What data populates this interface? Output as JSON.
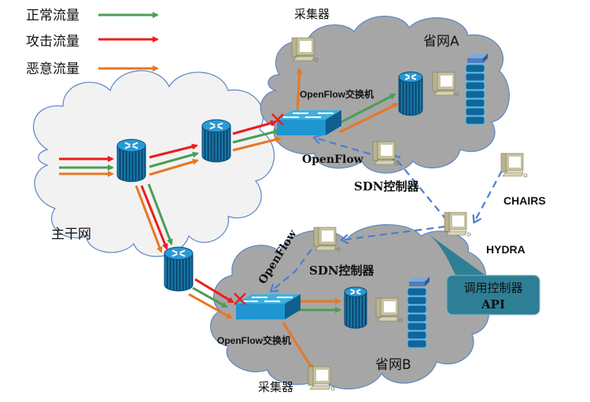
{
  "legend": {
    "items": [
      {
        "label": "正常流量",
        "color": "#4a9e55"
      },
      {
        "label": "攻击流量",
        "color": "#ee1c1c"
      },
      {
        "label": "恶意流量",
        "color": "#e87722"
      }
    ]
  },
  "colors": {
    "normal": "#4a9e55",
    "attack": "#ee1c1c",
    "malicious": "#e87722",
    "control_dashed": "#4a7fd0",
    "backbone_cloud": "#f2f2f2",
    "province_cloud": "#a6a6a6",
    "cloud_stroke": "#5b86c5",
    "router_blue": "#1c80b8",
    "callout_fill": "#2e7f95"
  },
  "backbone": {
    "label": "主干网"
  },
  "province_a": {
    "label": "省网A",
    "collector_label": "采集器",
    "switch_label": "OpenFlow交换机",
    "openflow_label": "OpenFlow",
    "controller_label": "SDN控制器"
  },
  "province_b": {
    "label": "省网B",
    "collector_label": "采集器",
    "switch_label": "OpenFlow交换机",
    "openflow_label": "OpenFlow",
    "controller_label": "SDN控制器"
  },
  "external": {
    "chairs_label": "CHAIRS",
    "hydra_label": "HYDRA"
  },
  "callout": {
    "line1": "调用控制器",
    "line2": "API"
  },
  "blocked_marker": "×"
}
